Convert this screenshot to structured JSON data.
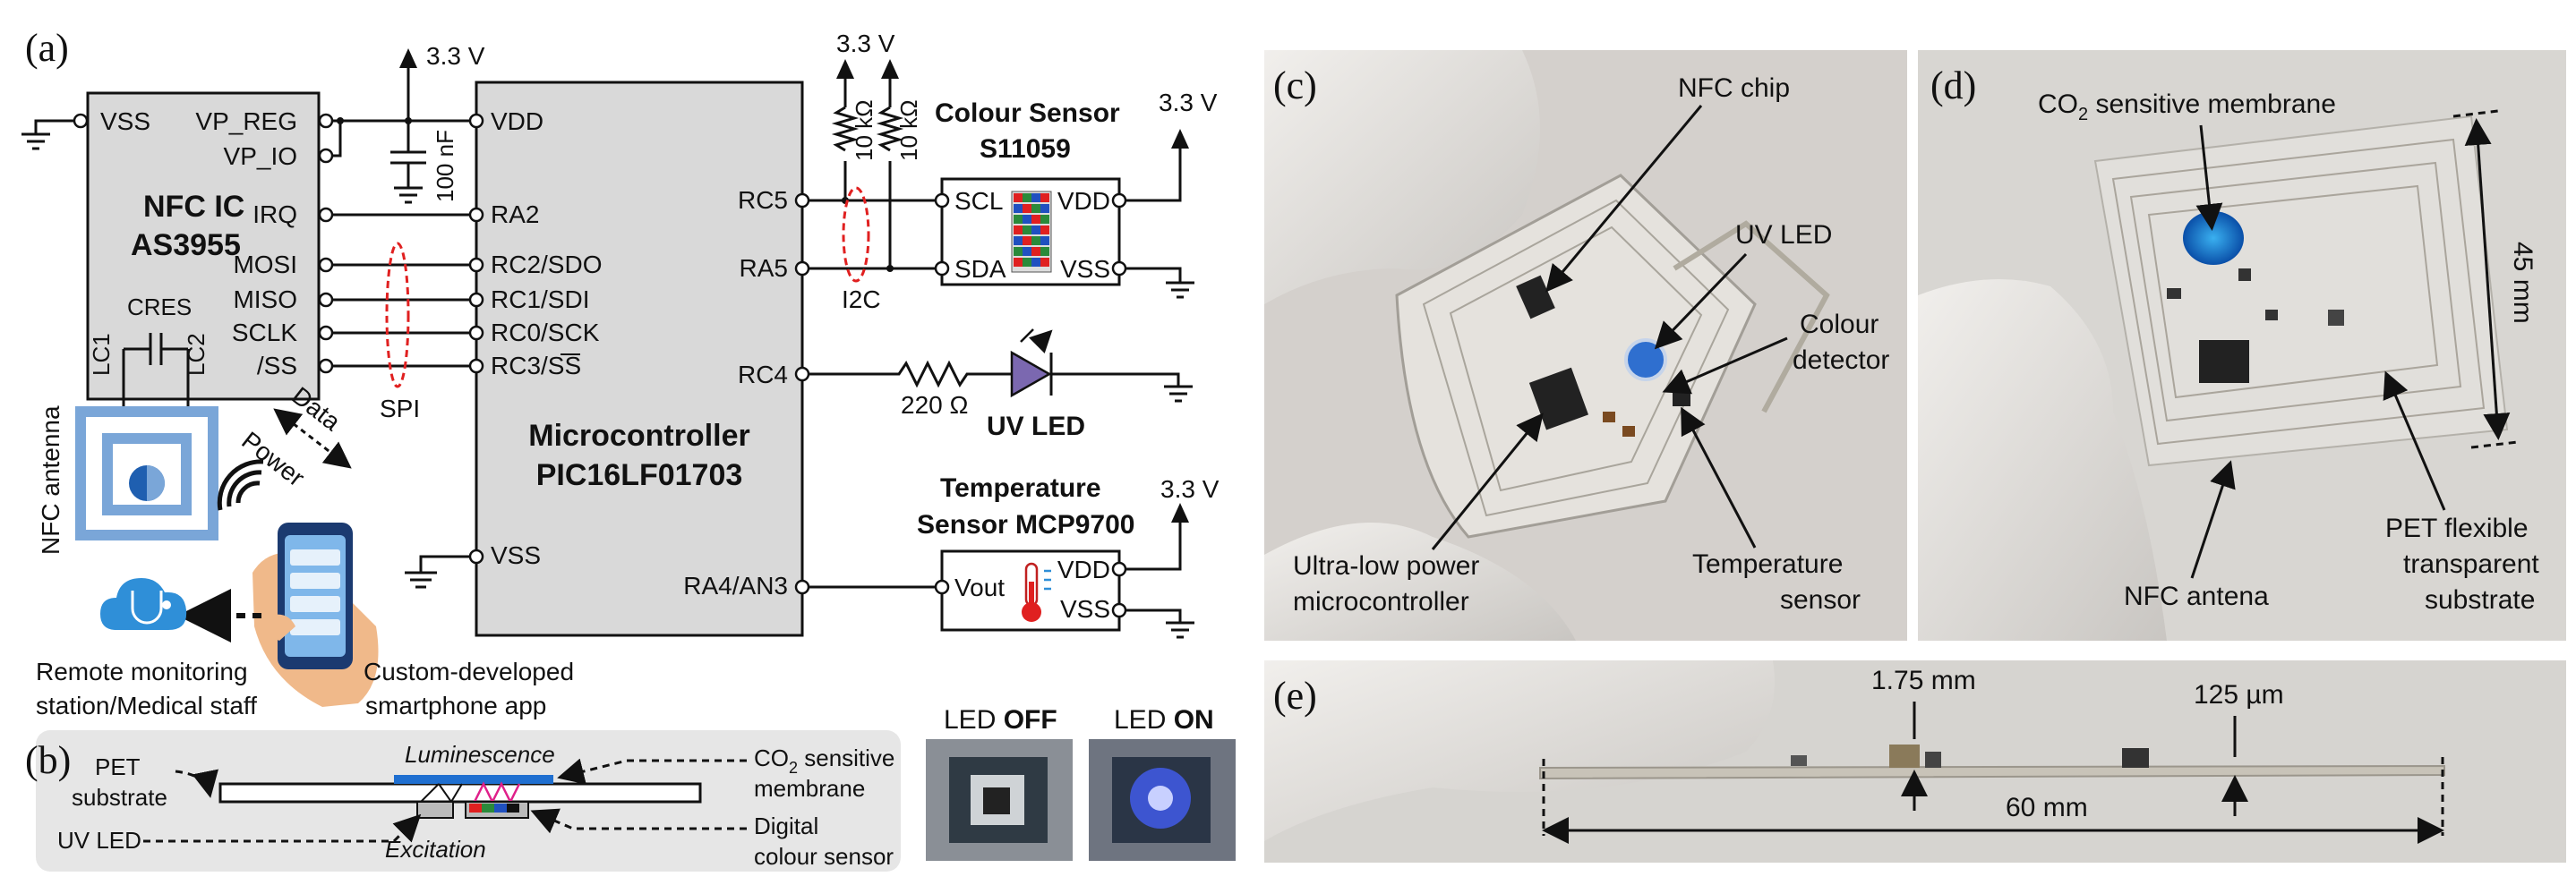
{
  "panels": {
    "a": "(a)",
    "b": "(b)",
    "c": "(c)",
    "d": "(d)",
    "e": "(e)"
  },
  "circuit": {
    "nfc_ic": {
      "title": "NFC IC",
      "part": "AS3955",
      "pins_left": [
        "VSS"
      ],
      "pins_right": [
        "VP_REG",
        "VP_IO",
        "IRQ",
        "MOSI",
        "MISO",
        "SCLK",
        "/SS"
      ],
      "cres": "CRES",
      "lc1": "LC1",
      "lc2": "LC2"
    },
    "mcu": {
      "title": "Microcontroller",
      "part": "PIC16LF01703",
      "pins_left": [
        "VDD",
        "RA2",
        "RC2/SDO",
        "RC1/SDI",
        "RC0/SCK",
        "RC3/SS",
        "VSS"
      ],
      "pins_right": [
        "RC5",
        "RA5",
        "RC4",
        "RA4/AN3"
      ]
    },
    "supply": "3.3 V",
    "capacitor": "100 nF",
    "spi": "SPI",
    "i2c": "I2C",
    "pullup_1": "10 kΩ",
    "pullup_2": "10 kΩ",
    "resistor": "220 Ω",
    "colour_sensor": {
      "title": "Colour Sensor",
      "part": "S11059",
      "pins": [
        "SCL",
        "SDA",
        "VDD",
        "VSS"
      ]
    },
    "uv_led": "UV LED",
    "temp_sensor": {
      "title": "Temperature",
      "part": "Sensor MCP9700",
      "pins": [
        "Vout",
        "VDD",
        "VSS"
      ]
    },
    "antenna": "NFC antenna",
    "data": "Data",
    "power": "Power",
    "remote": [
      "Remote monitoring",
      "station/Medical staff"
    ],
    "app": [
      "Custom-developed",
      "smartphone app"
    ]
  },
  "cross_section": {
    "pet": [
      "PET",
      "substrate"
    ],
    "uv_led": "UV LED",
    "luminescence": "Luminescence",
    "excitation": "Excitation",
    "co2_membrane": [
      "CO",
      "2",
      " sensitive",
      "membrane"
    ],
    "digital_sensor": [
      "Digital",
      "colour sensor"
    ],
    "led_off": [
      "LED ",
      "OFF"
    ],
    "led_on": [
      "LED ",
      "ON"
    ]
  },
  "photo_c": {
    "nfc_chip": "NFC chip",
    "uv_led": "UV LED",
    "colour_detector": [
      "Colour",
      "detector"
    ],
    "mcu": [
      "Ultra-low power",
      "microcontroller"
    ],
    "temp": [
      "Temperature",
      "sensor"
    ]
  },
  "photo_d": {
    "membrane": [
      "CO",
      "2",
      " sensitive membrane"
    ],
    "dimension": "45 mm",
    "antenna": "NFC antena",
    "pet": [
      "PET flexible",
      "transparent",
      "substrate"
    ]
  },
  "photo_e": {
    "thickness": "1.75 mm",
    "substrate": "125 µm",
    "length": "60 mm"
  },
  "colors": {
    "ellipse": "#e02020",
    "led_triangle": "#7b68b0",
    "phone": "#3a7bd5",
    "cloud": "#2f8fd8",
    "membrane": "#1f6fd0",
    "photo_bg": "#d4d0cc"
  }
}
